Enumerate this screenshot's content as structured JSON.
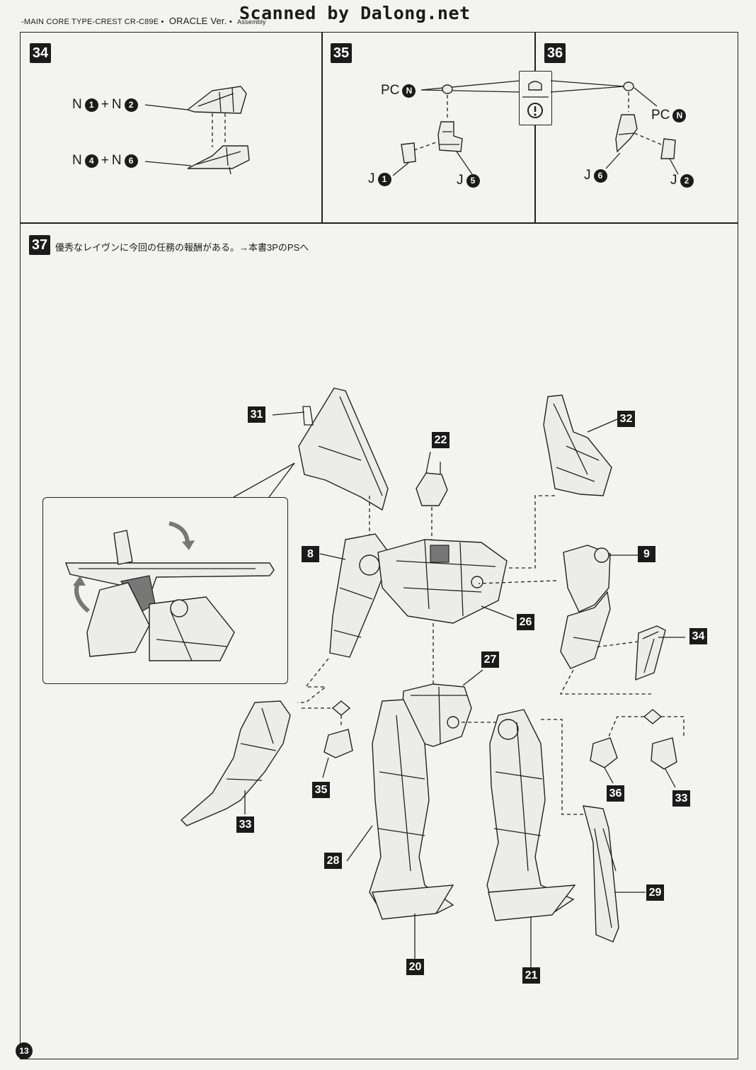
{
  "header": {
    "model": "-MAIN CORE TYPE-CREST  CR-C89E",
    "version": "ORACLE Ver.",
    "section": "Assembly",
    "scan_credit": "Scanned by Dalong.net"
  },
  "steps": {
    "s34": {
      "number": "34",
      "top_label": {
        "a": "N",
        "a_num": "1",
        "join": "+",
        "b": "N",
        "b_num": "2"
      },
      "bottom_label": {
        "a": "N",
        "a_num": "4",
        "join": "+",
        "b": "N",
        "b_num": "6"
      }
    },
    "s35": {
      "number": "35",
      "pc_label": {
        "text": "PC",
        "num": "N"
      },
      "j_left": {
        "text": "J",
        "num": "1"
      },
      "j_right": {
        "text": "J",
        "num": "5"
      }
    },
    "s36": {
      "number": "36",
      "pc_label": {
        "text": "PC",
        "num": "N"
      },
      "j_left": {
        "text": "J",
        "num": "6"
      },
      "j_right": {
        "text": "J",
        "num": "2"
      }
    },
    "s37": {
      "number": "37",
      "note": "優秀なレイヴンに今回の任務の報酬がある。→本書3PのPSへ",
      "parts": [
        "31",
        "32",
        "22",
        "8",
        "9",
        "26",
        "34",
        "27",
        "35",
        "33",
        "28",
        "36",
        "33",
        "29",
        "20",
        "21"
      ]
    }
  },
  "page_number": "13"
}
